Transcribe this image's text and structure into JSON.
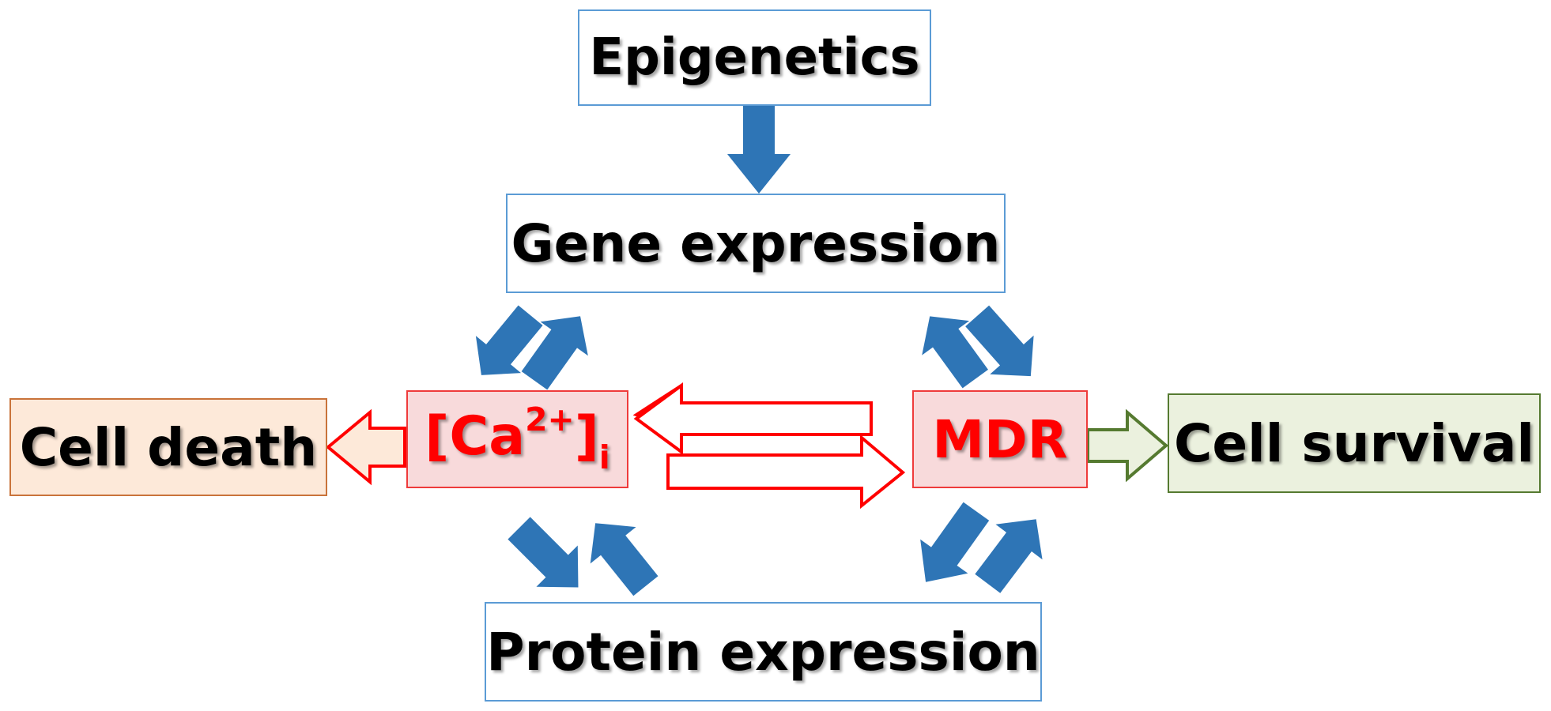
{
  "nodes": {
    "epigenetics": "Epigenetics",
    "gene_expression": "Gene expression",
    "protein_expression": "Protein expression",
    "cell_death": "Cell death",
    "cell_survival": "Cell survival",
    "mdr": "MDR",
    "calcium": {
      "open": "[Ca",
      "charge": "2+",
      "close": "]",
      "subscript": "i"
    }
  },
  "colors": {
    "blue_arrow": "#2e75b6",
    "red": "#ff0000",
    "pink_fill": "#f8dadb",
    "orange_fill": "#fde9d9",
    "orange_border": "#c9733a",
    "green_fill": "#ebf1de",
    "green_border": "#557a30",
    "blue_border": "#5b9bd5"
  }
}
